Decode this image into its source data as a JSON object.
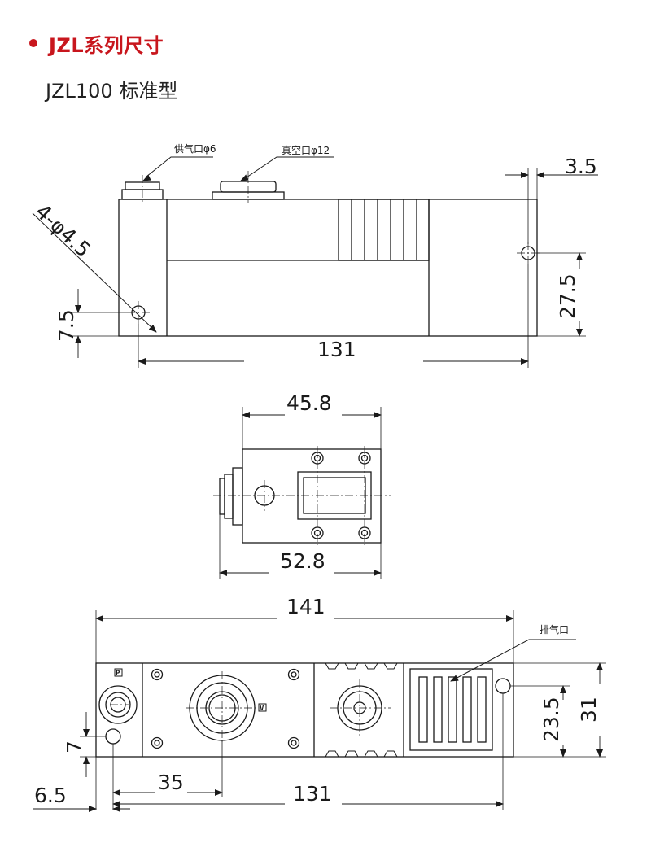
{
  "header": {
    "title": "JZL系列尺寸",
    "subtitle": "JZL100 标准型",
    "accent_color": "#c8161d"
  },
  "views": {
    "front": {
      "supply_port_label": "供气口φ6",
      "vacuum_port_label": "真空口φ12",
      "hole_label": "4-φ4.5",
      "dim_3_5": "3.5",
      "dim_27_5": "27.5",
      "dim_7_5": "7.5",
      "dim_131": "131"
    },
    "side": {
      "dim_45_8": "45.8",
      "dim_52_8": "52.8"
    },
    "top": {
      "exhaust_label": "排气口",
      "dim_141": "141",
      "dim_23_5": "23.5",
      "dim_31": "31",
      "dim_7": "7",
      "dim_35": "35",
      "dim_6_5": "6.5",
      "dim_131": "131",
      "marker_p": "P",
      "marker_v": "V"
    }
  }
}
